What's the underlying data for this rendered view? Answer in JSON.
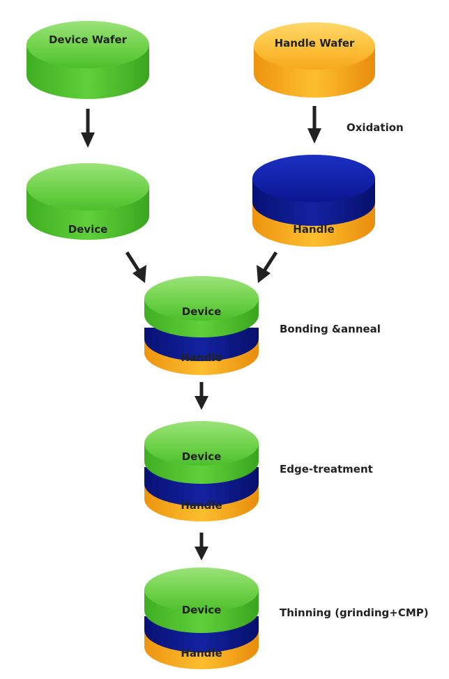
{
  "wafers": {
    "device_wafer": "Device Wafer",
    "handle_wafer": "Handle Wafer",
    "device": "Device",
    "handle": "Handle"
  },
  "steps": {
    "oxidation": "Oxidation",
    "bonding": "Bonding &anneal",
    "edge": "Edge-treatment",
    "thinning": "Thinning (grinding+CMP)"
  },
  "colors": {
    "device_green": "#56c92f",
    "handle_orange": "#f7a81c",
    "oxide_blue": "#0c1a9c",
    "arrow": "#222222"
  }
}
